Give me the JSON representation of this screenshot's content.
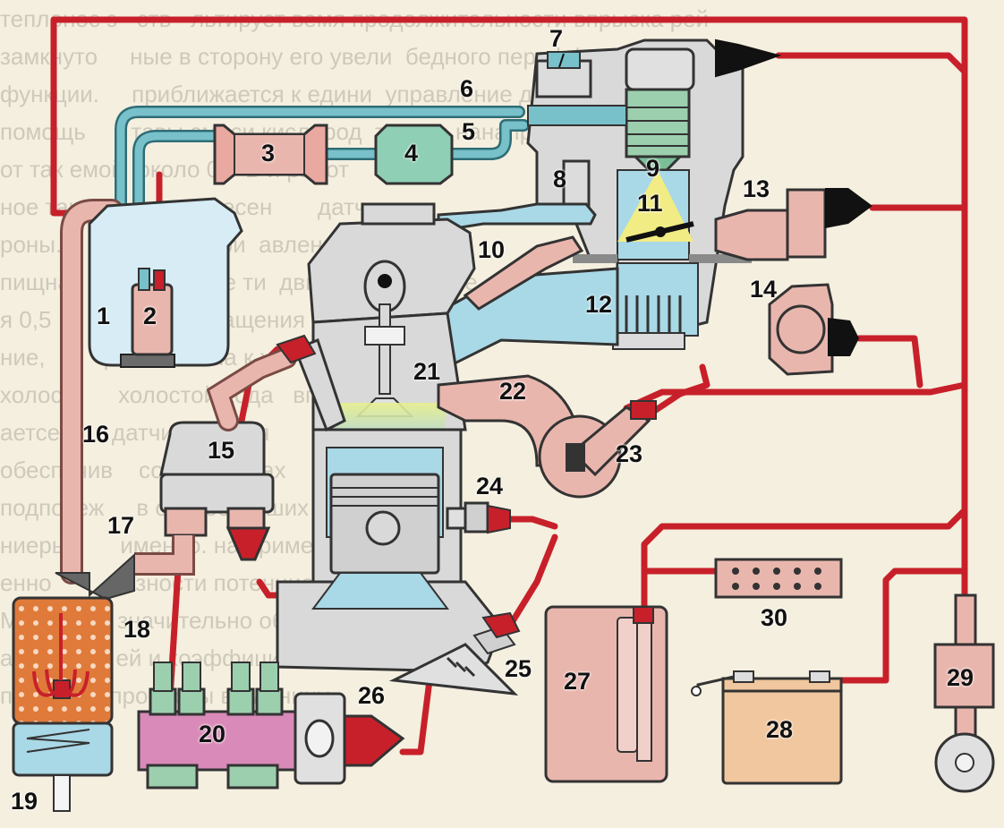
{
  "diagram": {
    "background_text": [
      "теплонос з   ств   льтирует вемя продолжительности впрыска рей",
      "замкнуто     ные в сторону его увели  бедного пероффициент, с более",
      "функции.     приближается к едини  управление двигателем не бо",
      "помощь       тавы смеси кислород  тельно нанапряжение",
      "от так емой  около 0,9 В и работ",
      "ное так топ      интересен       датчик уча",
      "роны.        ствует в при  авлении               ре",
      "пищная       жимах, ре ти  двигате     режиме",
      "я 0,5        смеси обогащения",
      "ние,         режимах  на к хо на",
      "холост       холостой хода   впрыск",
      "аетсе        датчик на откл",
      "обеспечив    составе газах",
      "подпочеж     в отработавших газах",
      "ниеры        именно. на пример",
      "енно         разности потенциалов",
      "Мило         значительно обор",
      "автом        ей и коэффициент",
      "пере         процессы в единицу"
    ],
    "colors": {
      "wire_red": "#c8202a",
      "pipe_blue": "#5aaeb8",
      "pipe_blue_light": "#a9d8e6",
      "pink": "#e9b6ae",
      "green": "#9ccfae",
      "magenta": "#d98ab8",
      "grey": "#d9d9d9",
      "connector_black": "#111111"
    },
    "labels": [
      {
        "num": "1"
      },
      {
        "num": "2"
      },
      {
        "num": "3"
      },
      {
        "num": "4"
      },
      {
        "num": "5"
      },
      {
        "num": "6"
      },
      {
        "num": "7"
      },
      {
        "num": "8"
      },
      {
        "num": "9"
      },
      {
        "num": "10"
      },
      {
        "num": "11"
      },
      {
        "num": "12"
      },
      {
        "num": "13"
      },
      {
        "num": "14"
      },
      {
        "num": "15"
      },
      {
        "num": "16"
      },
      {
        "num": "17"
      },
      {
        "num": "18"
      },
      {
        "num": "19"
      },
      {
        "num": "20"
      },
      {
        "num": "21"
      },
      {
        "num": "22"
      },
      {
        "num": "23"
      },
      {
        "num": "24"
      },
      {
        "num": "25"
      },
      {
        "num": "26"
      },
      {
        "num": "27"
      },
      {
        "num": "28"
      },
      {
        "num": "29"
      },
      {
        "num": "30"
      }
    ]
  }
}
